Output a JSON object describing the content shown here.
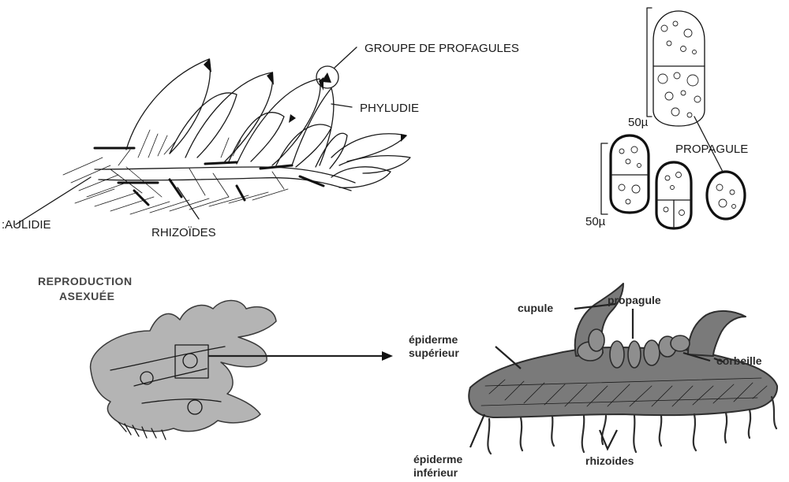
{
  "labels": {
    "groupe_propagules": "GROUPE DE PROFAGULES",
    "phyludie": "PHYLUDIE",
    "caulidie": ":AULIDIE",
    "rhizoides_top": "RHIZOÏDES",
    "propagule_top": "PROPAGULE",
    "scale_1": "50µ",
    "scale_2": "50µ",
    "reproduction_line1": "REPRODUCTION",
    "reproduction_line2": "ASEXUÉE",
    "cupule": "cupule",
    "propagule": "propagule",
    "epiderme_sup_line1": "épiderme",
    "epiderme_sup_line2": "supérieur",
    "corbeille": "corbeille",
    "epiderme_inf_line1": "épiderme",
    "epiderme_inf_line2": "inférieur",
    "rhizoides_bottom": "rhizoides"
  }
}
